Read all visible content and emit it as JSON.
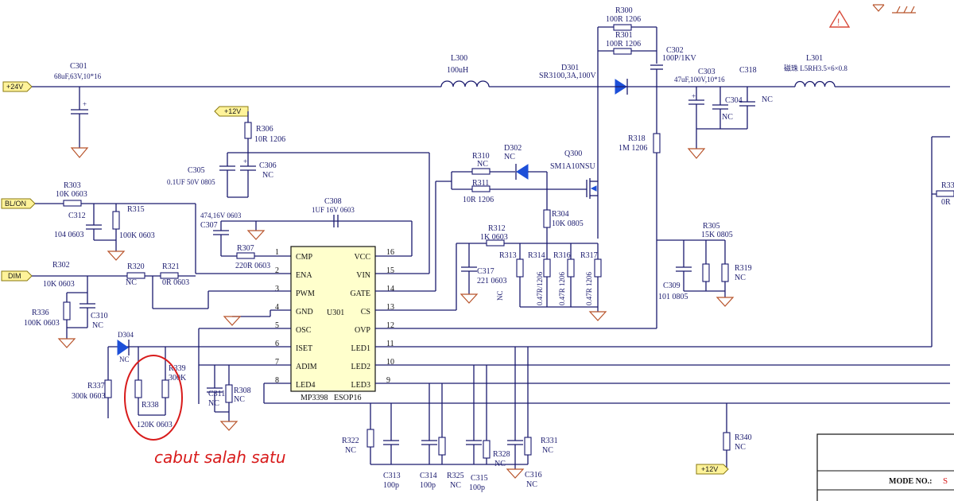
{
  "nets": {
    "p24v": "+24V",
    "p12v_top": "+12V",
    "bl_on": "BL/ON",
    "dim": "DIM",
    "p12v_bottom": "+12V"
  },
  "chip": {
    "name": "U301",
    "part": "MP3398",
    "package": "ESOP16",
    "left_pins": [
      {
        "num": "1",
        "name": "CMP"
      },
      {
        "num": "2",
        "name": "ENA"
      },
      {
        "num": "3",
        "name": "PWM"
      },
      {
        "num": "4",
        "name": "GND"
      },
      {
        "num": "5",
        "name": "OSC"
      },
      {
        "num": "6",
        "name": "ISET"
      },
      {
        "num": "7",
        "name": "ADIM"
      },
      {
        "num": "8",
        "name": "LED4"
      }
    ],
    "right_pins": [
      {
        "num": "16",
        "name": "VCC"
      },
      {
        "num": "15",
        "name": "VIN"
      },
      {
        "num": "14",
        "name": "GATE"
      },
      {
        "num": "13",
        "name": "CS"
      },
      {
        "num": "12",
        "name": "OVP"
      },
      {
        "num": "11",
        "name": "LED1"
      },
      {
        "num": "10",
        "name": "LED2"
      },
      {
        "num": "9",
        "name": "LED3"
      }
    ]
  },
  "components": {
    "c301": {
      "ref": "C301",
      "val": "68uF,63V,10*16"
    },
    "l300": {
      "ref": "L300",
      "val": "100uH"
    },
    "d301": {
      "ref": "D301",
      "val": "SR3100,3A,100V"
    },
    "r300": {
      "ref": "R300",
      "val": "100R 1206"
    },
    "r301": {
      "ref": "R301",
      "val": "100R 1206"
    },
    "c302": {
      "ref": "C302",
      "val": "100P/1KV"
    },
    "c303": {
      "ref": "C303",
      "val": "47uF,100V,10*16"
    },
    "c318": {
      "ref": "C318",
      "val": "NC"
    },
    "c304": {
      "ref": "C304",
      "val": "NC"
    },
    "l301": {
      "ref": "L301",
      "val": "磁珠 L5RH3.5×6×0.8"
    },
    "r306": {
      "ref": "R306",
      "val": "10R 1206"
    },
    "c305": {
      "ref": "C305",
      "val": "0.1UF 50V 0805"
    },
    "c306": {
      "ref": "C306",
      "val": "NC"
    },
    "r310": {
      "ref": "R310",
      "val": "NC"
    },
    "d302": {
      "ref": "D302",
      "val": "NC"
    },
    "r311": {
      "ref": "R311",
      "val": "10R 1206"
    },
    "q300": {
      "ref": "Q300",
      "val": "SM1A10NSU"
    },
    "r318": {
      "ref": "R318",
      "val": "1M 1206"
    },
    "r303": {
      "ref": "R303",
      "val": "10K 0603"
    },
    "c312": {
      "ref": "C312",
      "val": "104 0603"
    },
    "r315": {
      "ref": "R315",
      "val": "100K 0603"
    },
    "c307": {
      "ref": "C307",
      "val": "474,16V 0603"
    },
    "c308": {
      "ref": "C308",
      "val": "1UF 16V 0603"
    },
    "r307": {
      "ref": "R307",
      "val": "220R 0603"
    },
    "r304": {
      "ref": "R304",
      "val": "10K 0805"
    },
    "r312": {
      "ref": "R312",
      "val": "1K 0603"
    },
    "r313": {
      "ref": "R313",
      "val": "NC"
    },
    "r314": {
      "ref": "R314",
      "val": "0.47R/1206"
    },
    "r316": {
      "ref": "R316",
      "val": "0.47R 1206"
    },
    "r317": {
      "ref": "R317",
      "val": "0.47R 1206"
    },
    "c317": {
      "ref": "C317",
      "val": "221 0603"
    },
    "r305": {
      "ref": "R305",
      "val": "15K 0805"
    },
    "r319": {
      "ref": "R319",
      "val": "NC"
    },
    "c309": {
      "ref": "C309",
      "val": "101 0805"
    },
    "r302": {
      "ref": "R302",
      "val": "10K 0603"
    },
    "r320": {
      "ref": "R320",
      "val": "NC"
    },
    "r321": {
      "ref": "R321",
      "val": "0R 0603"
    },
    "r336": {
      "ref": "R336",
      "val": "100K 0603"
    },
    "c310": {
      "ref": "C310",
      "val": "NC"
    },
    "d304": {
      "ref": "D304",
      "val": "NC"
    },
    "r337": {
      "ref": "R337",
      "val": "300k 0603"
    },
    "r338": {
      "ref": "R338",
      "val": "120K 0603"
    },
    "r339": {
      "ref": "R339",
      "val": "300K"
    },
    "c311": {
      "ref": "C311",
      "val": "NC"
    },
    "r308": {
      "ref": "R308",
      "val": "NC"
    },
    "r322": {
      "ref": "R322",
      "val": "NC"
    },
    "c313": {
      "ref": "C313",
      "val": "100p"
    },
    "c314": {
      "ref": "C314",
      "val": "100p"
    },
    "r325": {
      "ref": "R325",
      "val": "NC"
    },
    "c315": {
      "ref": "C315",
      "val": "100p"
    },
    "r328": {
      "ref": "R328",
      "val": "NC"
    },
    "c316": {
      "ref": "C316",
      "val": "NC"
    },
    "r331": {
      "ref": "R331",
      "val": "NC"
    },
    "r340": {
      "ref": "R340",
      "val": "NC"
    },
    "r33x": {
      "ref": "R33",
      "val": "0R"
    }
  },
  "annotation": {
    "text": "cabut salah satu",
    "color": "#d81b1b"
  },
  "title_block": {
    "mode_label": "MODE NO.:",
    "mode_value": "S"
  },
  "colors": {
    "wire": "#1a1a6e",
    "diode": "#1d4fd8",
    "ground": "#b8532a",
    "net_label_fill": "#fff39a",
    "highlight": "#d81b1b"
  }
}
